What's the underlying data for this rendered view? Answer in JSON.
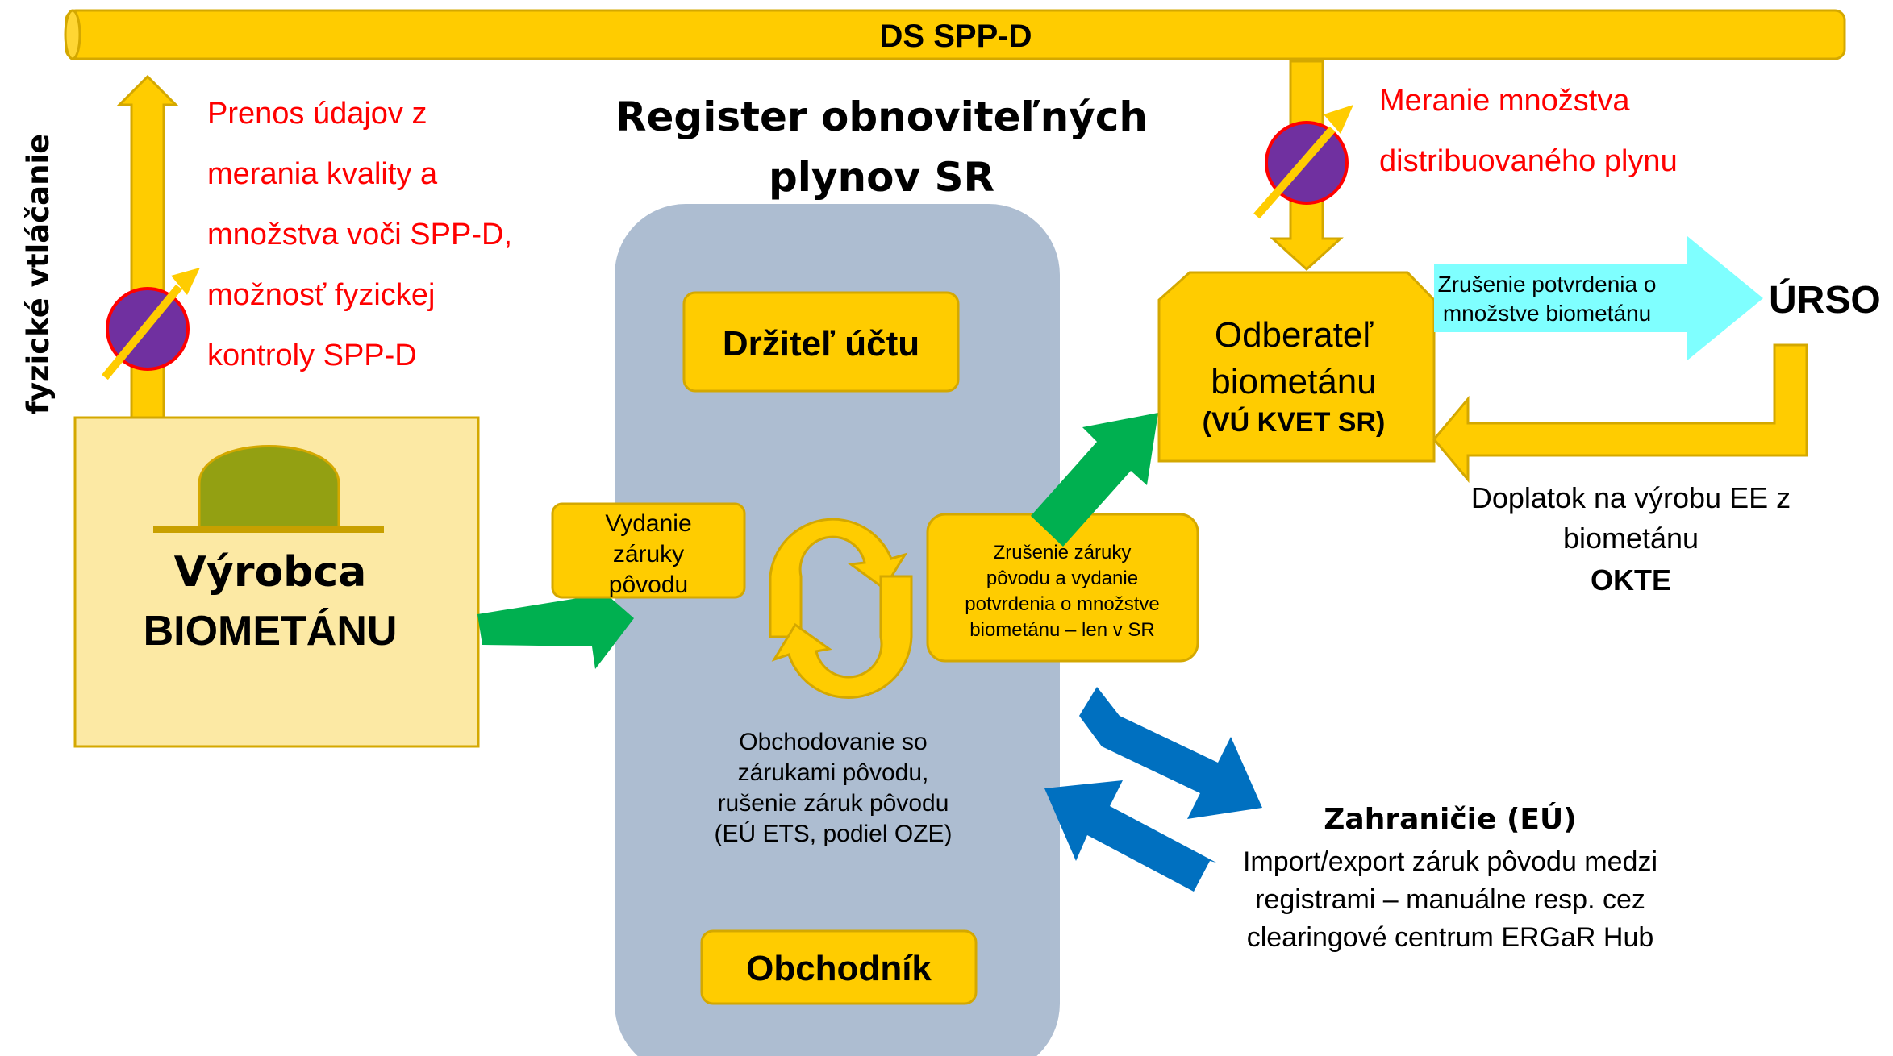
{
  "pipeline": {
    "label": "DS SPP-D"
  },
  "register": {
    "title_line1": "Register obnoviteľných",
    "title_line2": "plynov SR"
  },
  "side_label": "fyzické vtláčanie",
  "transfer_note": {
    "lines": [
      "Prenos údajov z",
      "merania kvality a",
      "množstva voči SPP-D,",
      "možnosť fyzickej",
      "kontroly SPP-D"
    ]
  },
  "metering_note": {
    "lines": [
      "Meranie množstva",
      "distribuovaného plynu"
    ]
  },
  "account_holder": {
    "label": "Držiteľ účtu"
  },
  "trader": {
    "label": "Obchodník"
  },
  "producer": {
    "line1": "Výrobca",
    "line2": "BIOMETÁNU"
  },
  "issuance": {
    "lines": [
      "Vydanie",
      "záruky",
      "pôvodu"
    ]
  },
  "cancellation": {
    "lines": [
      "Zrušenie záruky",
      "pôvodu a vydanie",
      "potvrdenia o množstve",
      "biometánu – len v SR"
    ]
  },
  "trading": {
    "lines": [
      "Obchodovanie so",
      "zárukami pôvodu,",
      "rušenie záruk pôvodu",
      "(EÚ ETS, podiel OZE)"
    ]
  },
  "consumer": {
    "line1": "Odberateľ",
    "line2": "biometánu",
    "line3": "(VÚ KVET SR)"
  },
  "urso_arrow": {
    "lines": [
      "Zrušenie potvrdenia o",
      "množstve biometánu"
    ]
  },
  "urso": {
    "label": "ÚRSO"
  },
  "okte": {
    "line1": "Doplatok na výrobu EE z",
    "line2": "biometánu",
    "line3": "OKTE"
  },
  "abroad": {
    "title": "Zahraničie (EÚ)",
    "lines": [
      "Import/export záruk pôvodu medzi",
      "registrami – manuálne resp. cez",
      "clearingové centrum ERGaR Hub"
    ]
  },
  "colors": {
    "yellow": "#FFCC00",
    "yellow_stroke": "#D4A800",
    "register_bg": "#ADBDD1",
    "producer_bg": "#FCE9A4",
    "dome": "#93A012",
    "green": "#00B050",
    "blue": "#0070C0",
    "cyan": "#7FFFFF",
    "red_text": "#FF0000",
    "meter_fill": "#7030A0",
    "meter_ring": "#FF0000"
  },
  "icons": [
    "flow-meter-icon",
    "biogas-dome-icon",
    "cycle-arrows-icon"
  ]
}
